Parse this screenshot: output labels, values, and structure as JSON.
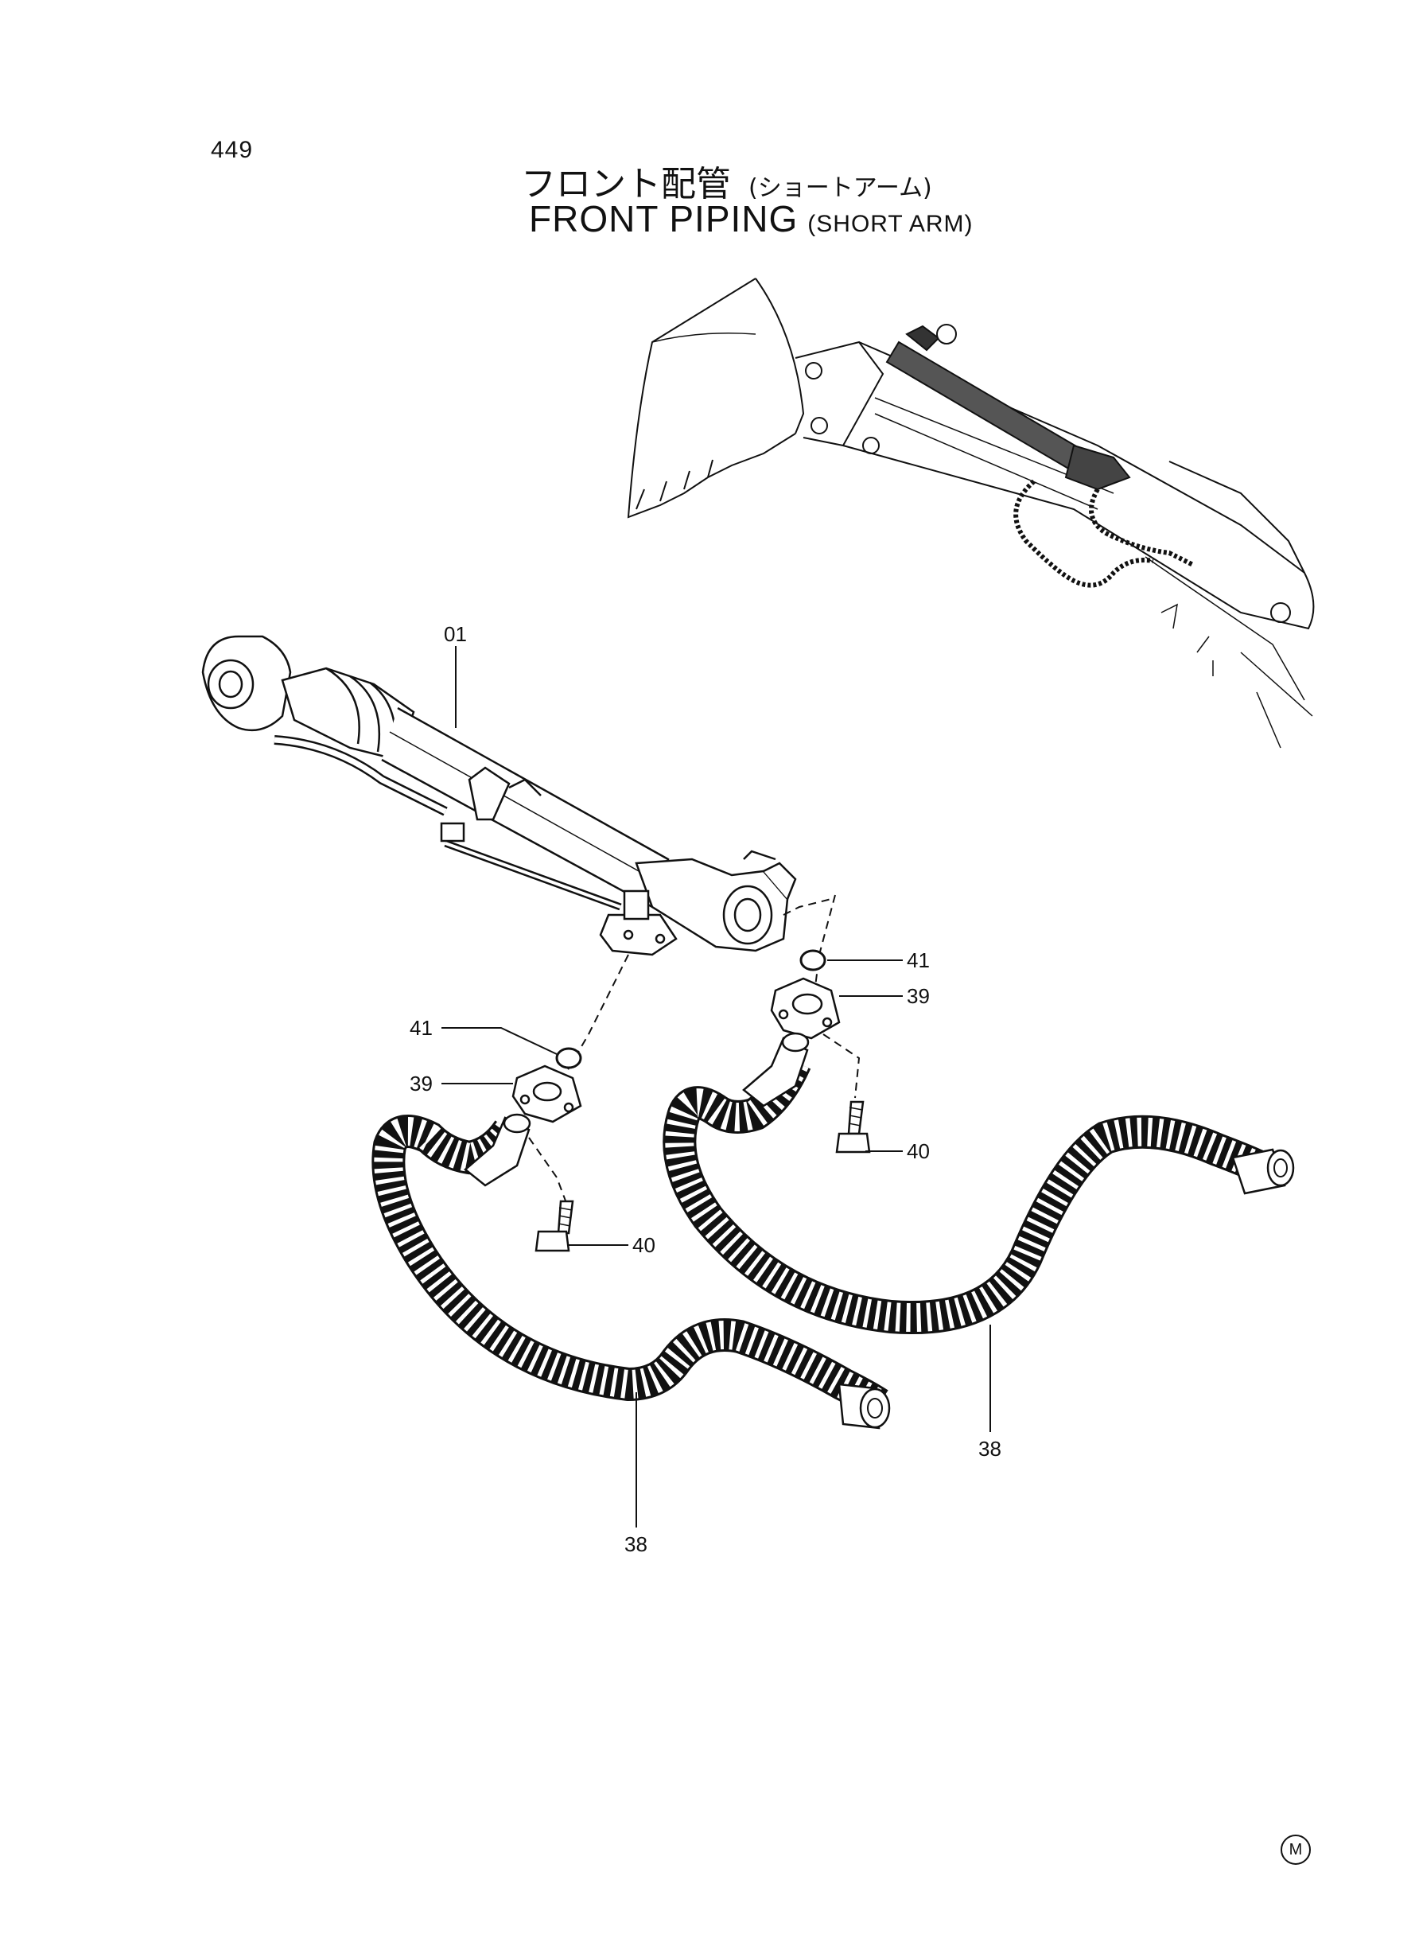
{
  "page": {
    "number": "449"
  },
  "title": {
    "jp_main": "フロント配管",
    "jp_sub": "(ショートアーム)",
    "en_main": "FRONT PIPING",
    "en_sub": "(SHORT ARM)"
  },
  "callouts": {
    "cylinder": "01",
    "oring_right": "41",
    "flange_right": "39",
    "bolt_right": "40",
    "oring_left": "41",
    "flange_left": "39",
    "bolt_left": "40",
    "hose_right": "38",
    "hose_left": "38"
  },
  "footer": {
    "mark": "M"
  }
}
